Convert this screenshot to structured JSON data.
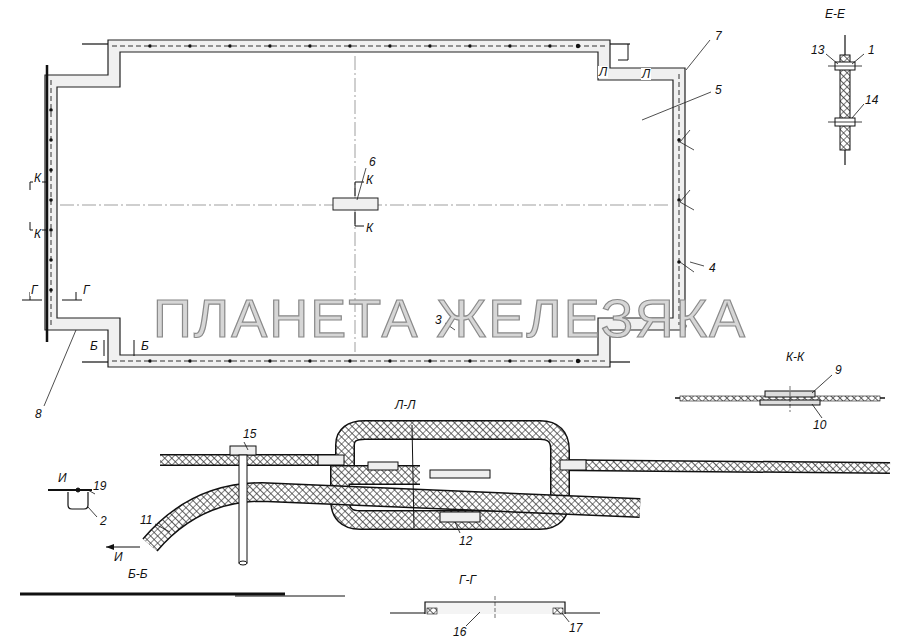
{
  "diagram": {
    "labels": [
      "Л",
      "Л",
      "7",
      "5",
      "6",
      "К",
      "К",
      "К",
      "К",
      "Г",
      "Г",
      "4",
      "3",
      "Б",
      "Б",
      "8",
      "Е-Е",
      "13",
      "1",
      "14",
      "К-К",
      "9",
      "10",
      "Л-Л",
      "15",
      "И",
      "19",
      "2",
      "11",
      "И",
      "12",
      "Б-Б",
      "Г-Г",
      "16",
      "17",
      "ПЛАНЕТА ЖЕЛЕЗЯКА"
    ]
  }
}
